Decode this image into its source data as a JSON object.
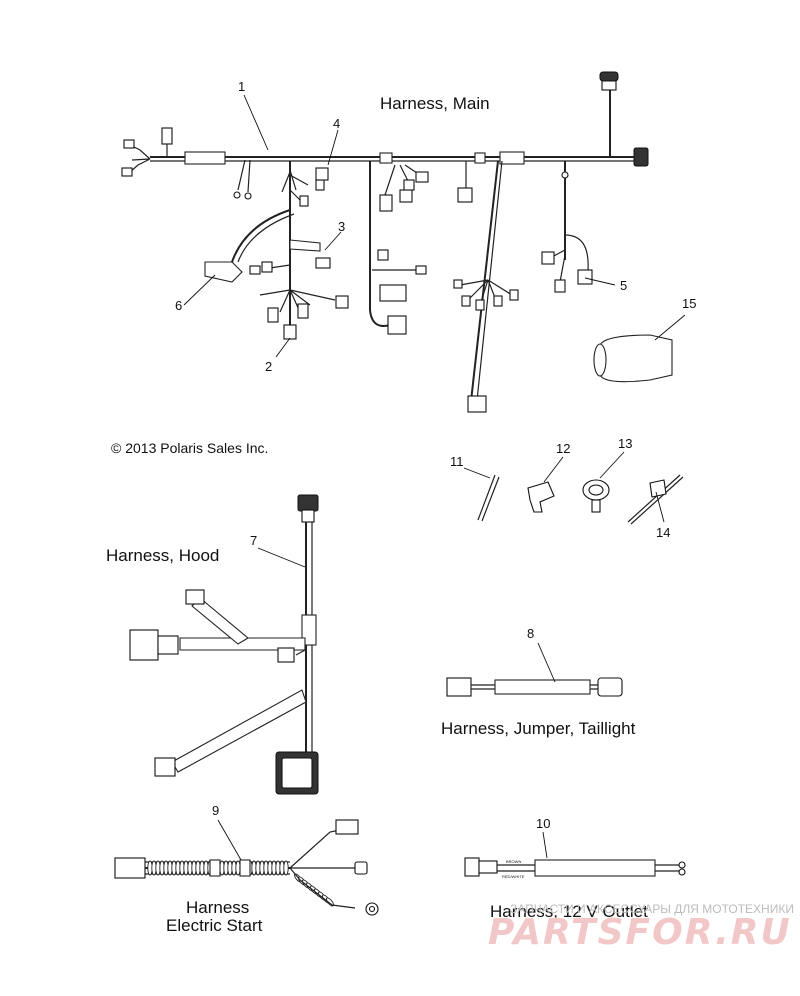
{
  "titles": {
    "main": "Harness, Main",
    "hood": "Harness, Hood",
    "jumper": "Harness, Jumper, Taillight",
    "electric_line1": "Harness",
    "electric_line2": "Electric Start",
    "outlet": "Harness, 12 V Outlet"
  },
  "copyright": "© 2013 Polaris Sales Inc.",
  "callouts": {
    "c1": "1",
    "c2": "2",
    "c3": "3",
    "c4": "4",
    "c5": "5",
    "c6": "6",
    "c7": "7",
    "c8": "8",
    "c9": "9",
    "c10": "10",
    "c11": "11",
    "c12": "12",
    "c13": "13",
    "c14": "14",
    "c15": "15"
  },
  "wire_labels": {
    "brown": "BROWN",
    "red_white": "RED/WHITE"
  },
  "watermark": {
    "caption": "ЗАПЧАСТИ И АКСЕССУАРЫ ДЛЯ МОТОТЕХНИКИ",
    "logo": "PARTSFOR.RU"
  }
}
